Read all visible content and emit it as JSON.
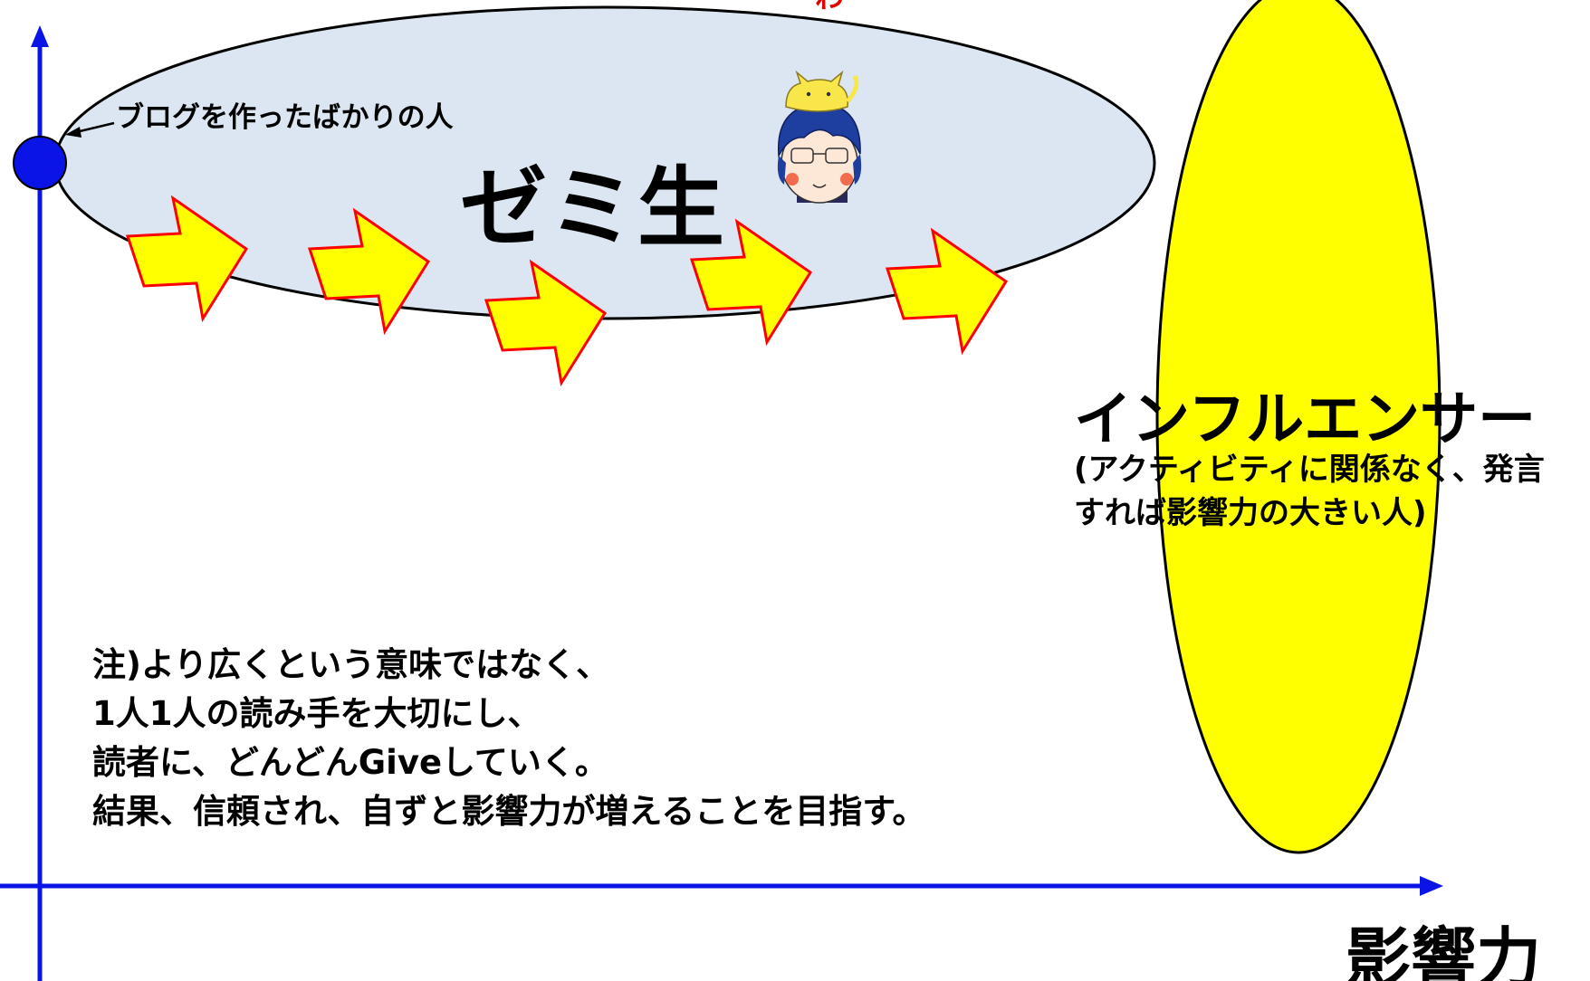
{
  "diagram": {
    "partial_top_text": "わ",
    "zemi_label": "ゼミ生",
    "blog_beginner_label": "ブログを作ったばかりの人",
    "influencer_title": "インフルエンサー",
    "influencer_desc_line1": "(アクティビティに関係なく、発言",
    "influencer_desc_line2": "すれば影響力の大きい人)",
    "note_lines": [
      "注)より広くという意味ではなく、",
      "1人1人の読み手を大切にし、",
      "読者に、どんどんGiveしていく。",
      "結果、信頼され、自ずと影響力が増えることを目指す。"
    ],
    "x_axis_label": "影響力"
  },
  "colors": {
    "axis": "#0a14e6",
    "zemi_ellipse_fill": "#dce6f2",
    "influencer_ellipse_fill": "#ffff00",
    "arrow_fill": "#ffff00",
    "arrow_stroke": "#ff0000",
    "start_dot": "#0a14e6",
    "partial_text": "#e00000"
  },
  "icons": {
    "mascot": "cartoon-person-with-cat-icon"
  }
}
